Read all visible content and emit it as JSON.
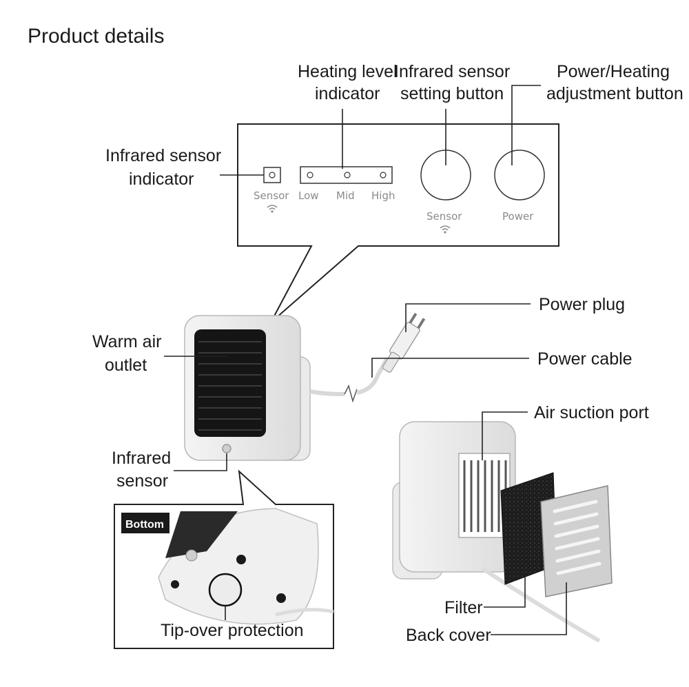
{
  "title": "Product details",
  "labels": {
    "heating_level_indicator": [
      "Heating level",
      "indicator"
    ],
    "infrared_sensor_setting_button": [
      "Infrared sensor",
      "setting button"
    ],
    "power_heating_button": [
      "Power/Heating",
      "adjustment button"
    ],
    "infrared_sensor_indicator": [
      "Infrared sensor",
      "indicator"
    ],
    "power_plug": "Power plug",
    "power_cable": "Power cable",
    "warm_air_outlet": [
      "Warm air",
      "outlet"
    ],
    "infrared_sensor": [
      "Infrared",
      "sensor"
    ],
    "air_suction_port": "Air suction port",
    "filter": "Filter",
    "back_cover": "Back cover",
    "tip_over_protection": "Tip-over protection",
    "bottom_badge": "Bottom"
  },
  "panel": {
    "sensor_indicator": "Sensor",
    "level_low": "Low",
    "level_mid": "Mid",
    "level_high": "High",
    "sensor_button": "Sensor",
    "power_button": "Power"
  },
  "icons": [
    "wifi-sensor-icon",
    "wifi-sensor-icon"
  ]
}
